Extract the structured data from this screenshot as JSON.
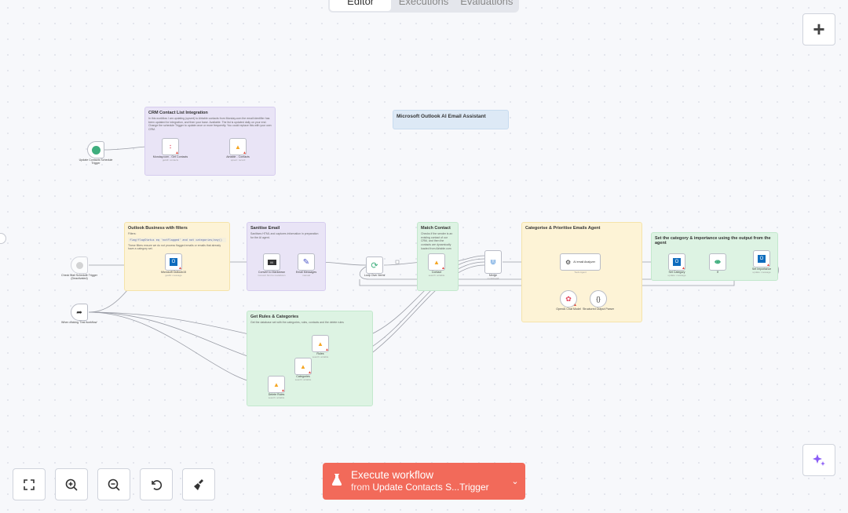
{
  "tabs": [
    {
      "label": "Editor",
      "active": true
    },
    {
      "label": "Executions",
      "active": false
    },
    {
      "label": "Evaluations",
      "active": false
    }
  ],
  "colors": {
    "accent": "#f26a5a",
    "purple_note": "#e9e4f6",
    "yellow_note": "#fdf3d6",
    "green_note": "#ddf3e3",
    "blue_note": "#dde9f6"
  },
  "sticky_notes": {
    "crm": {
      "title": "CRM Contact List Integration",
      "text": "In this workflow I am updating (upsert) to Airtable contacts from Monday.com the email identifier has been updated for integration, and then your base. Available. The list is updated daily on your end. Change the schedule Trigger to update once or more frequently. You could replace this with your own CRM."
    },
    "main_title": {
      "title": "Microsoft Outlook AI Email Assistant"
    },
    "outlook": {
      "title": "Outlook Business with filters",
      "text": "Filters:",
      "code": "flag/flagStatus eq 'notFlagged' and not categories/any()",
      "text2": "These filters ensure we do not process flagged emails or emails that already have a category set."
    },
    "sanitise": {
      "title": "Sanitise Email",
      "text": "Sanitises HTML and captures information in preparation for the AI agent."
    },
    "match": {
      "title": "Match Contact",
      "text": "Checks if the sender is an existing contact of our CRM, and then the contacts are dynamically loaded from Airtable.com"
    },
    "categorise": {
      "title": "Categorise & Prioritise Emails Agent"
    },
    "set_category": {
      "title": "Set the category & importance using the output from the agent"
    },
    "rules": {
      "title": "Get Rules & Categories",
      "text": "Get the database set with the categories, rules, contacts and the delete rules"
    }
  },
  "nodes": {
    "update_contacts": {
      "label": "Update Contacts Schedule Trigger",
      "icon": "clock-icon"
    },
    "monday": {
      "label": "Monday.com - Get Contacts",
      "sub": "getAll: contacts"
    },
    "airtable_contacts": {
      "label": "Airtable - Contacts",
      "sub": "upsert: record"
    },
    "check_mail": {
      "label": "Check Mail Schedule Trigger (Deactivated)",
      "icon": "clock-icon"
    },
    "when_clicking": {
      "label": "When clicking 'Test workflow'",
      "icon": "cursor-icon"
    },
    "ms_outlook": {
      "label": "Microsoft Outlook15",
      "sub": "getAll: message"
    },
    "convert_md": {
      "label": "Convert to Markdown",
      "sub": "Convert html to markdown"
    },
    "email_messages": {
      "label": "Email Messages",
      "sub": "manual"
    },
    "loop": {
      "label": "Loop Over Items"
    },
    "contact": {
      "label": "Contact",
      "sub": "search: airtable"
    },
    "merge": {
      "label": "Merge",
      "sub": "combineAll"
    },
    "ai_agent": {
      "label": "AI email Analyzer",
      "sub": "Tools Agent"
    },
    "openai": {
      "label": "OpenAI Chat Model"
    },
    "structured": {
      "label": "Structured Output Parser"
    },
    "set_category": {
      "label": "Set Category",
      "sub": "update: message"
    },
    "if_node": {
      "label": "If"
    },
    "set_importance": {
      "label": "Set Importance",
      "sub": "update: message"
    },
    "rules": {
      "label": "Rules",
      "sub": "search: airtable"
    },
    "categories": {
      "label": "Categories",
      "sub": "search: airtable"
    },
    "delete_rules": {
      "label": "Delete Rules",
      "sub": "search: airtable"
    }
  },
  "controls": {
    "zoom_to_fit": "fit-view-icon",
    "zoom_in": "zoom-in-icon",
    "zoom_out": "zoom-out-icon",
    "reset": "reset-icon",
    "tidy": "broom-icon"
  },
  "execute": {
    "label": "Execute workflow",
    "from_prefix": "from ",
    "from_trigger": "Update Contacts S...Trigger"
  }
}
